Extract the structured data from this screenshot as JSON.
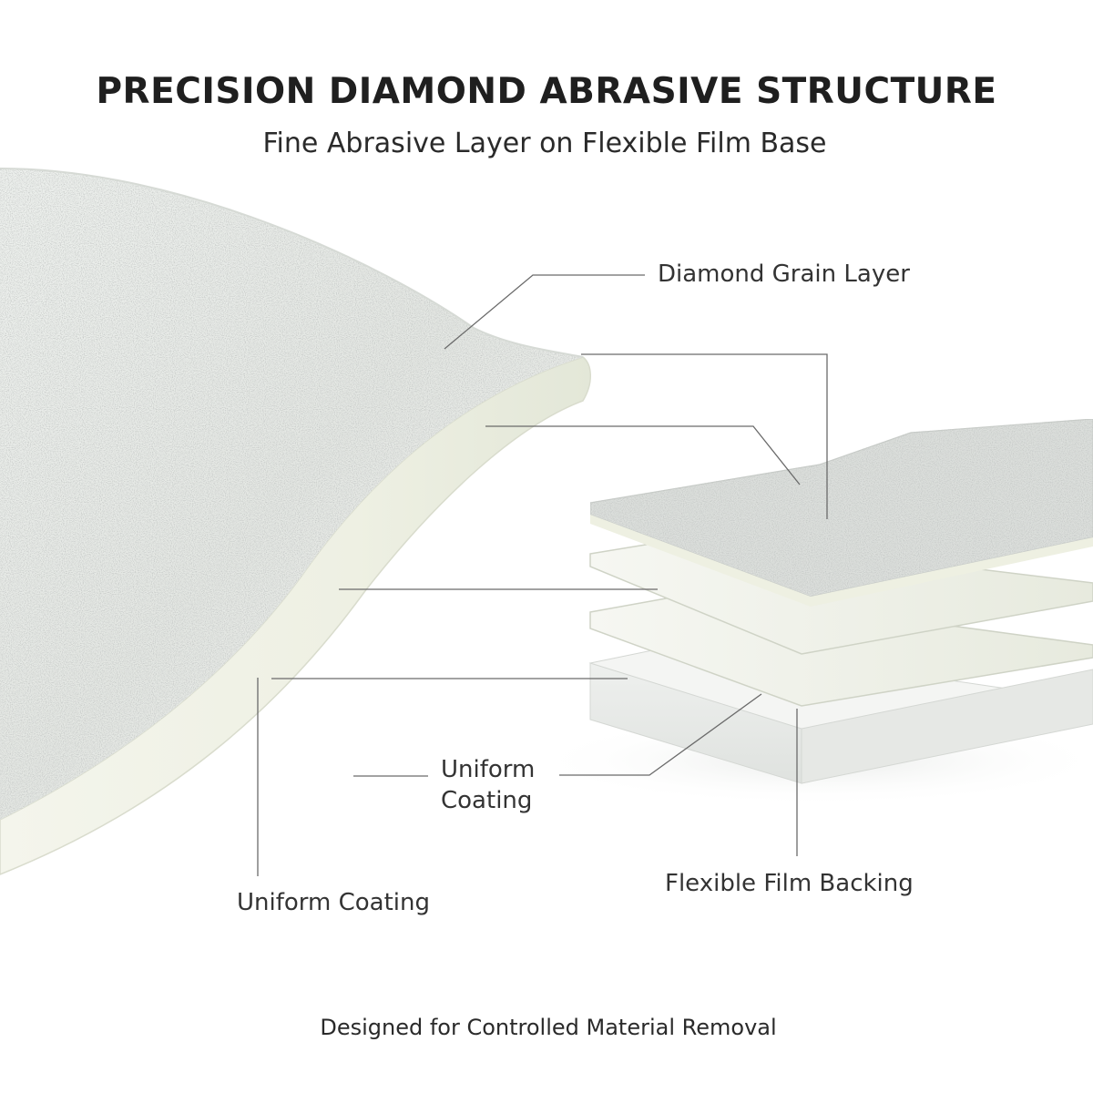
{
  "header": {
    "title": "PRECISION DIAMOND ABRASIVE STRUCTURE",
    "subtitle": "Fine Abrasive Layer on Flexible Film Base"
  },
  "labels": {
    "diamond_grain_layer": "Diamond Grain Layer",
    "uniform_coating_center_line1": "Uniform",
    "uniform_coating_center_line2": "Coating",
    "uniform_coating_left": "Uniform Coating",
    "flexible_film_backing": "Flexible Film Backing"
  },
  "footer": {
    "tagline": "Designed for Controlled Material Removal"
  }
}
